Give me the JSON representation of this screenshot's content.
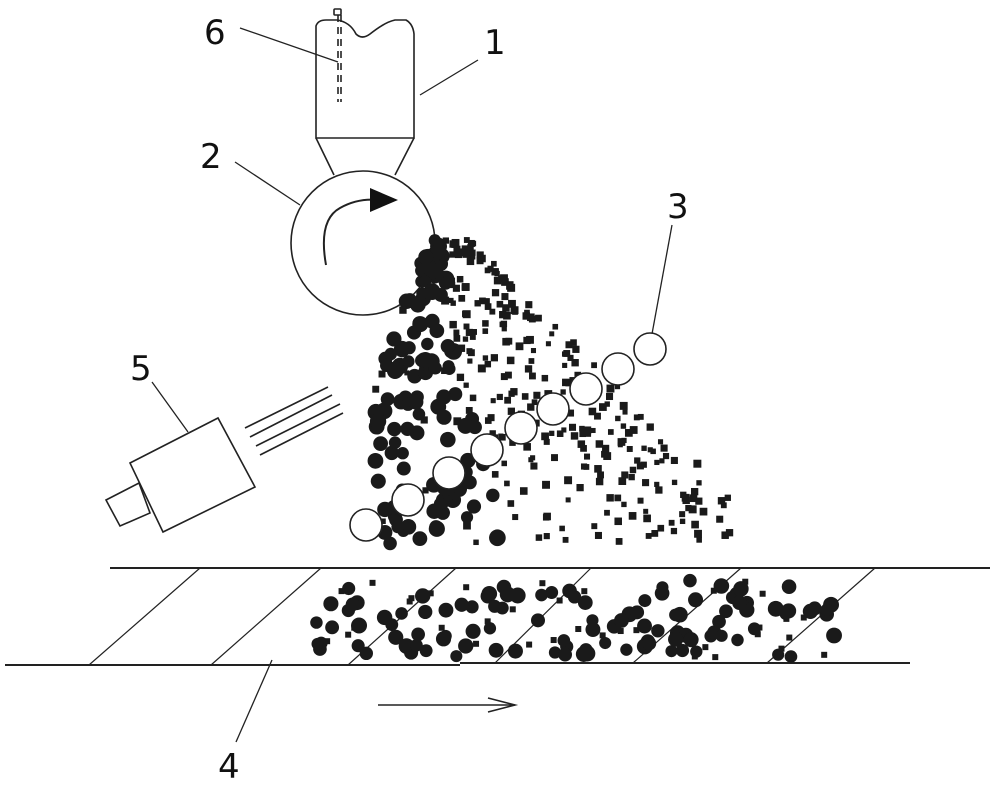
{
  "labels": {
    "hopper": "1",
    "feed_roller": "2",
    "sorted_particles": "3",
    "conveyor_belt": "4",
    "camera": "5",
    "sensor": "6"
  },
  "colors": {
    "line": "#222222",
    "particle": "#1a1a1a",
    "background": "#ffffff"
  }
}
